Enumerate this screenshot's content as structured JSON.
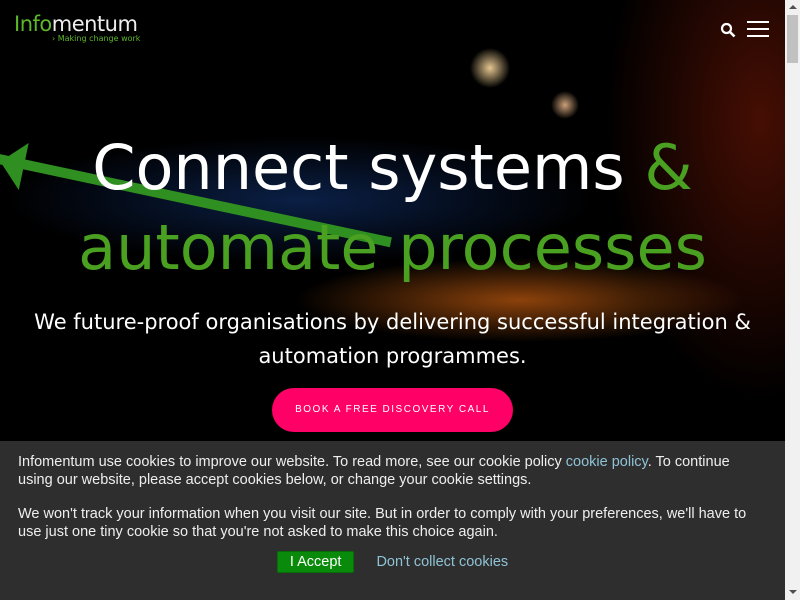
{
  "logo": {
    "prefix": "Info",
    "suffix": "mentum",
    "tagline": "› Making change work"
  },
  "header": {
    "search_icon": "search-icon",
    "menu_icon": "hamburger-icon"
  },
  "hero": {
    "title_white": "Connect systems ",
    "title_amp": "&",
    "title_green": "automate processes",
    "subtitle": "We future-proof organisations by delivering successful integration & automation programmes.",
    "cta": "BOOK A FREE DISCOVERY CALL"
  },
  "cookie": {
    "text1": "Infomentum use cookies to improve our website. To read more, see our cookie policy ",
    "link": "cookie policy",
    "text2": ". To continue using our website, please accept cookies below, or change your cookie settings.",
    "text3": "We won't track your information when you visit our site. But in order to comply with your preferences, we'll have to use just one tiny cookie so that you're not asked to make this choice again.",
    "accept": "I Accept",
    "decline": "Don't collect cookies"
  },
  "colors": {
    "green": "#4aa020",
    "cta": "#ff0066",
    "banner": "#2e2e2e",
    "link": "#8ec3d6"
  }
}
